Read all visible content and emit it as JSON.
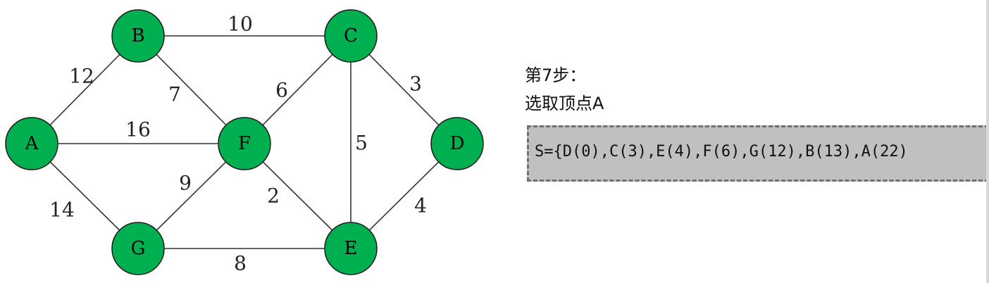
{
  "graph": {
    "nodes": [
      {
        "id": "A",
        "label": "A"
      },
      {
        "id": "B",
        "label": "B"
      },
      {
        "id": "C",
        "label": "C"
      },
      {
        "id": "D",
        "label": "D"
      },
      {
        "id": "E",
        "label": "E"
      },
      {
        "id": "F",
        "label": "F"
      },
      {
        "id": "G",
        "label": "G"
      }
    ],
    "edges": [
      {
        "from": "A",
        "to": "B",
        "weight": "12"
      },
      {
        "from": "B",
        "to": "C",
        "weight": "10"
      },
      {
        "from": "B",
        "to": "F",
        "weight": "7"
      },
      {
        "from": "A",
        "to": "F",
        "weight": "16"
      },
      {
        "from": "A",
        "to": "G",
        "weight": "14"
      },
      {
        "from": "C",
        "to": "F",
        "weight": "6"
      },
      {
        "from": "C",
        "to": "D",
        "weight": "3"
      },
      {
        "from": "C",
        "to": "E",
        "weight": "5"
      },
      {
        "from": "F",
        "to": "G",
        "weight": "9"
      },
      {
        "from": "F",
        "to": "E",
        "weight": "2"
      },
      {
        "from": "D",
        "to": "E",
        "weight": "4"
      },
      {
        "from": "G",
        "to": "E",
        "weight": "8"
      }
    ],
    "node_color": "#00b050"
  },
  "step": {
    "title": "第7步：",
    "action": "选取顶点A",
    "result": "S={D(0),C(3),E(4),F(6),G(12),B(13),A(22)"
  },
  "colors": {
    "result_box_bg": "#c0c0c0",
    "result_box_border": "#707070"
  }
}
